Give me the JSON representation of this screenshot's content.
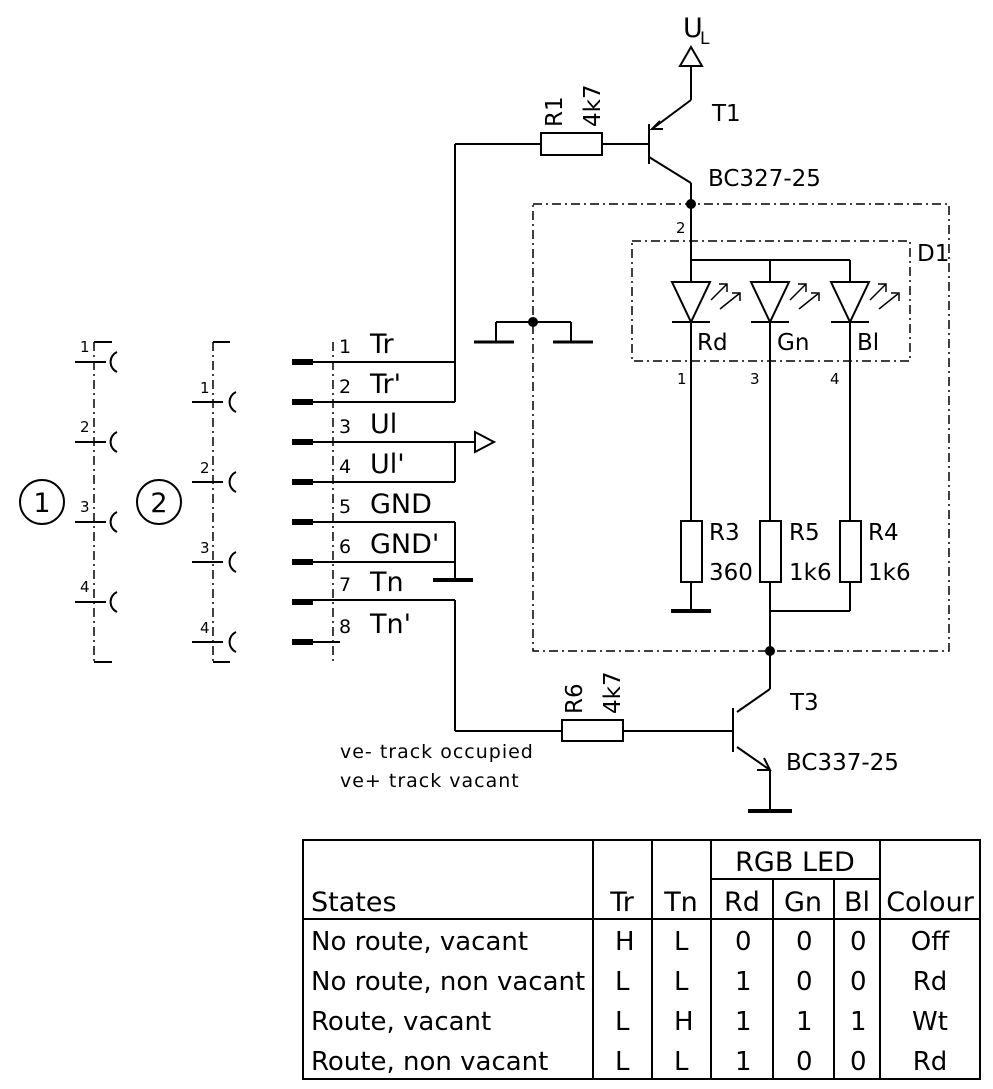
{
  "supply": {
    "ul": "U",
    "ul_sub": "L"
  },
  "t1": {
    "name": "T1",
    "part": "BC327-25"
  },
  "t3": {
    "name": "T3",
    "part": "BC337-25"
  },
  "r1": {
    "name": "R1",
    "value": "4k7"
  },
  "r6": {
    "name": "R6",
    "value": "4k7"
  },
  "d1": {
    "name": "D1",
    "pins": [
      "2",
      "1",
      "3",
      "4"
    ],
    "leds": [
      "Rd",
      "Gn",
      "Bl"
    ]
  },
  "r3": {
    "name": "R3",
    "value": "360"
  },
  "r5": {
    "name": "R5",
    "value": "1k6"
  },
  "r4": {
    "name": "R4",
    "value": "1k6"
  },
  "connector": {
    "pin_numbers": [
      "1",
      "2",
      "3",
      "4",
      "5",
      "6",
      "7",
      "8"
    ],
    "pin_labels": [
      "Tr",
      "Tr'",
      "Ul",
      "Ul'",
      "GND",
      "GND'",
      "Tn",
      "Tn'"
    ]
  },
  "sockets": {
    "s1": {
      "circle": "1",
      "numbers": [
        "1",
        "2",
        "3",
        "4"
      ]
    },
    "s2": {
      "circle": "2",
      "numbers": [
        "1",
        "2",
        "3",
        "4"
      ]
    }
  },
  "notes": [
    "ve-  track occupied",
    "ve+  track vacant"
  ],
  "table": {
    "header_group": "RGB LED",
    "headers": [
      "States",
      "Tr",
      "Tn",
      "Rd",
      "Gn",
      "Bl",
      "Colour"
    ],
    "rows": [
      [
        "No route, vacant",
        "H",
        "L",
        "0",
        "0",
        "0",
        "Off"
      ],
      [
        "No route, non vacant",
        "L",
        "L",
        "1",
        "0",
        "0",
        "Rd"
      ],
      [
        "Route, vacant",
        "L",
        "H",
        "1",
        "1",
        "1",
        "Wt"
      ],
      [
        "Route, non vacant",
        "L",
        "L",
        "1",
        "0",
        "0",
        "Rd"
      ]
    ]
  }
}
